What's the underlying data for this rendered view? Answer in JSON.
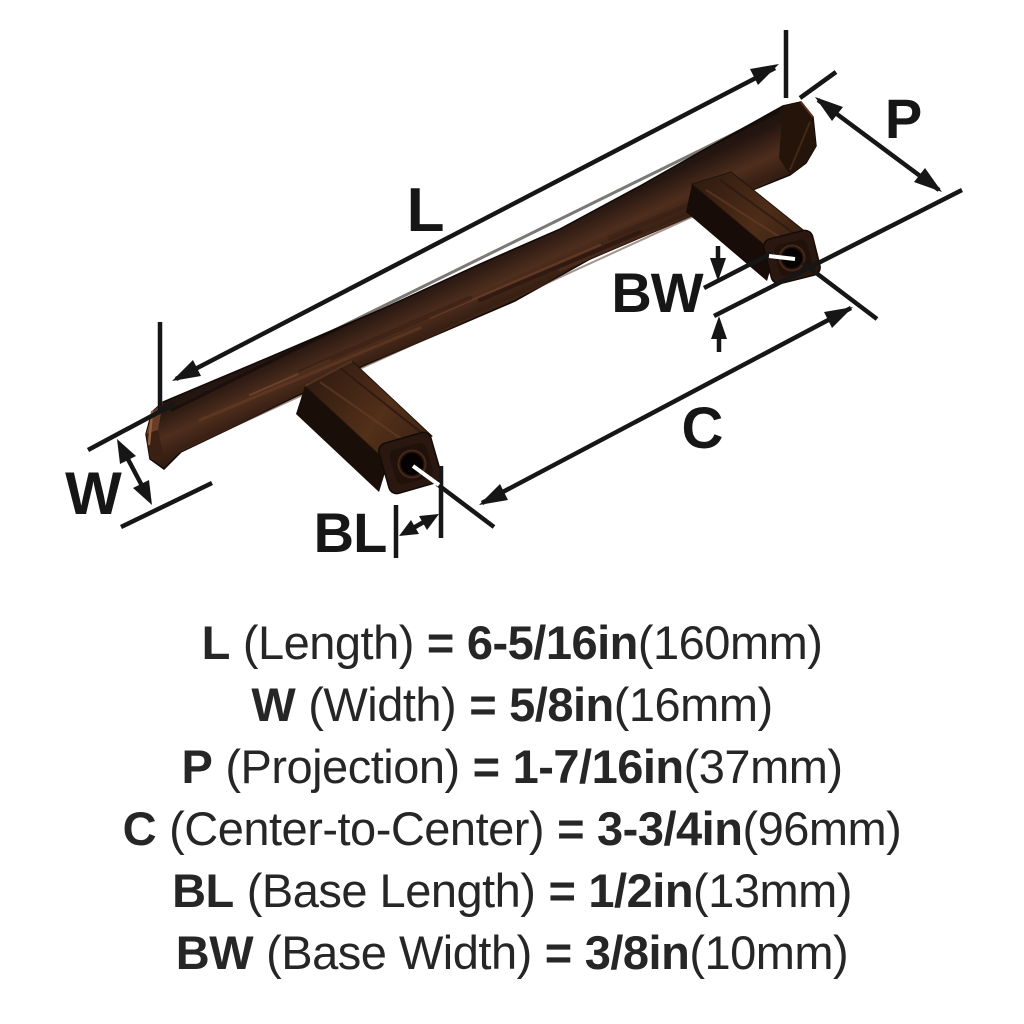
{
  "page": {
    "background": "#ffffff",
    "description": "Dimension diagram of faceted T-bar cabinet pull, oil-rubbed bronze finish"
  },
  "diagram": {
    "callout_labels": {
      "length": "L",
      "projection": "P",
      "base_width": "BW",
      "center_to_center": "C",
      "width": "W",
      "base_length": "BL"
    },
    "colors": {
      "dimension_line": "#161616",
      "label_text": "#161616",
      "bronze_dark": "#18100b",
      "bronze_mid": "#4e2e1d",
      "bronze_highlight": "#8a5538",
      "screw_hole": "#050202",
      "background": "#ffffff"
    }
  },
  "legend": {
    "rows": [
      {
        "abbr": "L",
        "name": "(Length)",
        "eq": "=",
        "value_in": "6-5/16in",
        "value_mm": "(160mm)"
      },
      {
        "abbr": "W",
        "name": "(Width)",
        "eq": "=",
        "value_in": "5/8in",
        "value_mm": "(16mm)"
      },
      {
        "abbr": "P",
        "name": "(Projection)",
        "eq": "=",
        "value_in": "1-7/16in",
        "value_mm": "(37mm)"
      },
      {
        "abbr": "C",
        "name": "(Center-to-Center)",
        "eq": "=",
        "value_in": "3-3/4in",
        "value_mm": "(96mm)"
      },
      {
        "abbr": "BL",
        "name": "(Base Length)",
        "eq": "=",
        "value_in": "1/2in",
        "value_mm": "(13mm)"
      },
      {
        "abbr": "BW",
        "name": "(Base Width)",
        "eq": "=",
        "value_in": "3/8in",
        "value_mm": "(10mm)"
      }
    ]
  }
}
